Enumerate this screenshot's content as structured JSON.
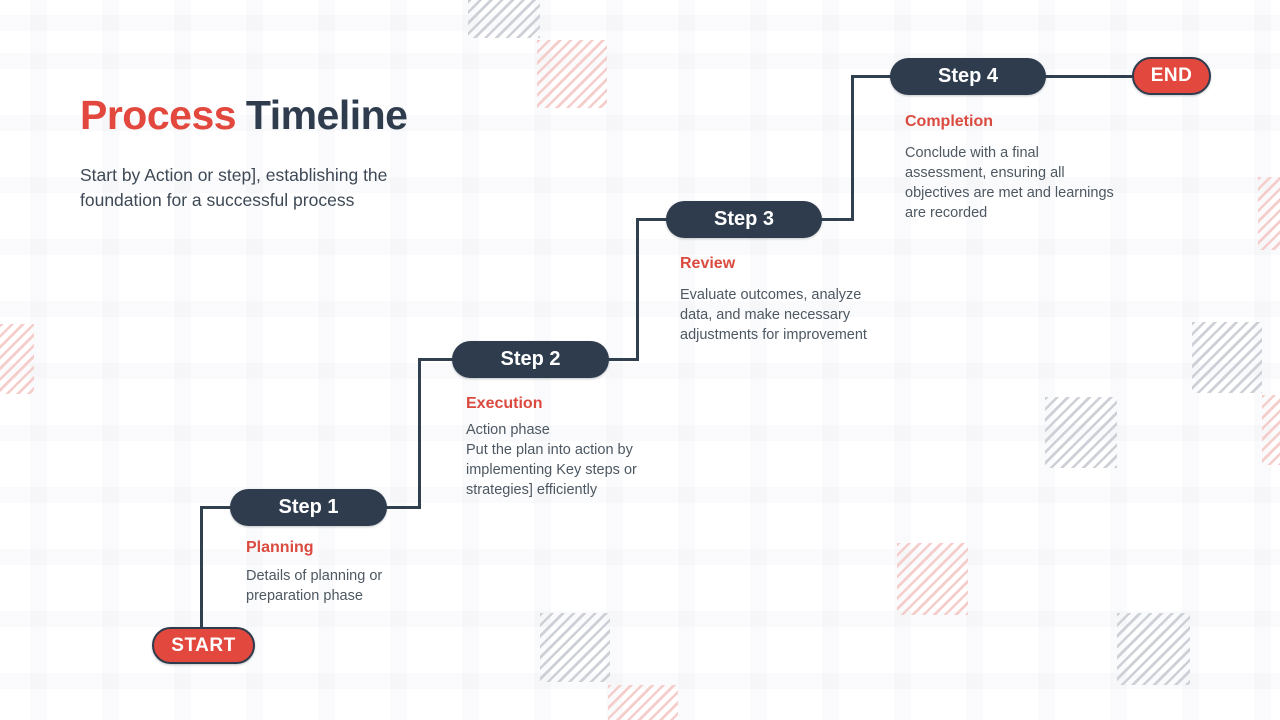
{
  "title": {
    "accent": "Process",
    "rest": "Timeline"
  },
  "subtitle": "Start by Action or step], establishing the\nfoundation for a successful process",
  "timeline": {
    "start_label": "START",
    "end_label": "END",
    "steps": [
      {
        "label": "Step 1",
        "heading": "Planning",
        "body": "Details of planning or\npreparation phase"
      },
      {
        "label": "Step 2",
        "heading": "Execution",
        "body": "Action phase\nPut the plan into action by\nimplementing Key steps or\nstrategies] efficiently"
      },
      {
        "label": "Step 3",
        "heading": "Review",
        "body": "Evaluate outcomes, analyze\ndata, and make necessary\nadjustments for improvement"
      },
      {
        "label": "Step 4",
        "heading": "Completion",
        "body": "Conclude with a final\nassessment, ensuring all\nobjectives are met and learnings\nare recorded"
      }
    ]
  },
  "colors": {
    "accent_red": "#E2483D",
    "navy": "#2E3C4E",
    "heading_red": "#DB4A3F",
    "body_text": "#4D5862",
    "connector": "#31404F",
    "hatch_gray": "#CDD0D6",
    "hatch_pink": "#F5CDCB"
  }
}
